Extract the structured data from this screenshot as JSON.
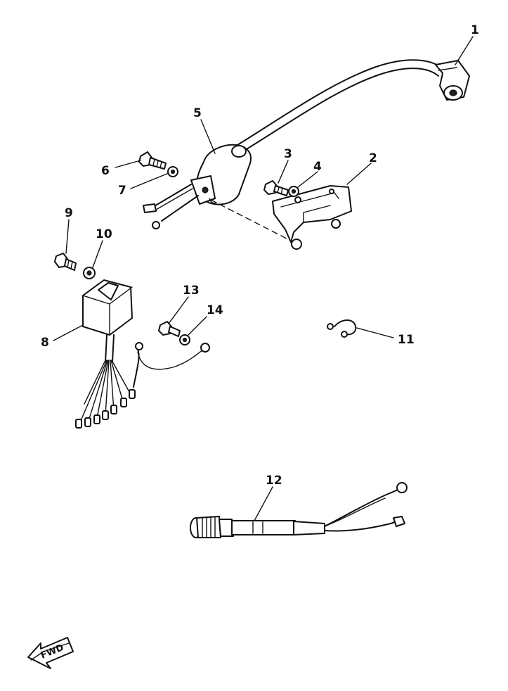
{
  "labels": {
    "p1": "1",
    "p2": "2",
    "p3": "3",
    "p4": "4",
    "p5": "5",
    "p6": "6",
    "p7": "7",
    "p8": "8",
    "p9": "9",
    "p10": "10",
    "p11": "11",
    "p12": "12",
    "p13": "13",
    "p14": "14"
  },
  "fwd": "FWD"
}
